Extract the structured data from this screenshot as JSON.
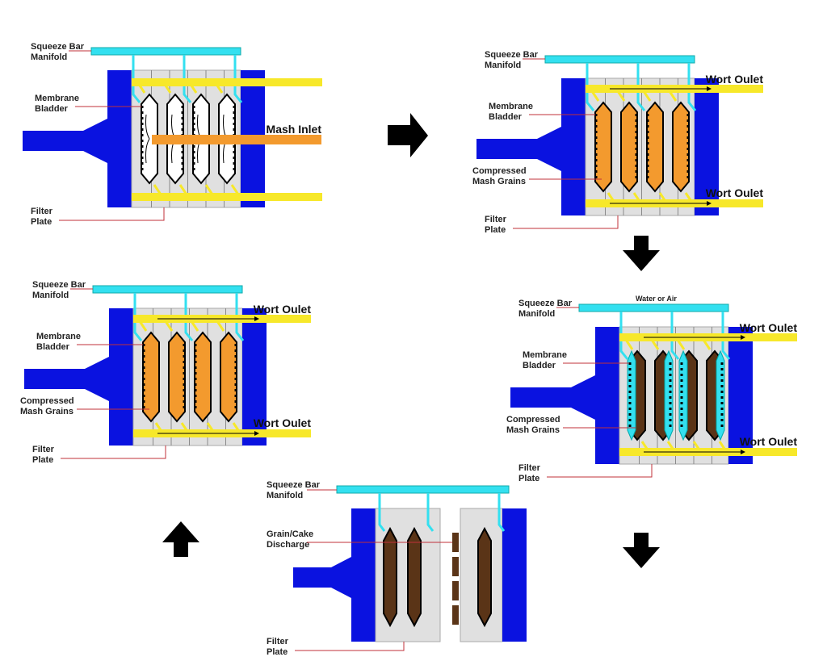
{
  "title": "Membrane filter press mash filtration cycle",
  "colors": {
    "press_frame": "#0a12e0",
    "manifold": "#33e0f0",
    "plate": "#e0e0e0",
    "plate_line": "#8a8a8a",
    "outlet_pipe": "#f7e82a",
    "mash": "#f39a2e",
    "spent_grain": "#5a3417",
    "leader_line": "#c0303a",
    "arrow": "#000000"
  },
  "panels": [
    {
      "id": "filling",
      "step": 1,
      "labels": {
        "manifold": [
          "Squeeze Bar",
          "Manifold"
        ],
        "membrane": [
          "Membrane",
          "Bladder"
        ],
        "plate": [
          "Filter",
          "Plate"
        ],
        "inlet": "Mash Inlet"
      },
      "chamber_fill": "empty",
      "flow": "mash inlet into chambers"
    },
    {
      "id": "filtration",
      "step": 2,
      "labels": {
        "manifold": [
          "Squeeze Bar",
          "Manifold"
        ],
        "membrane": [
          "Membrane",
          "Bladder"
        ],
        "grains": [
          "Compressed",
          "Mash Grains"
        ],
        "plate": [
          "Filter",
          "Plate"
        ],
        "outlet_top": "Wort Oulet",
        "outlet_bottom": "Wort Oulet"
      },
      "chamber_fill": "mash",
      "flow": "wort out"
    },
    {
      "id": "squeeze",
      "step": 3,
      "labels": {
        "manifold": [
          "Squeeze Bar",
          "Manifold"
        ],
        "medium": "Water or Air",
        "membrane": [
          "Membrane",
          "Bladder"
        ],
        "grains": [
          "Compressed",
          "Mash Grains"
        ],
        "plate": [
          "Filter",
          "Plate"
        ],
        "outlet_top": "Wort Oulet",
        "outlet_bottom": "Wort Oulet"
      },
      "chamber_fill": "squeezed",
      "flow": "water or air inflates bladders, wort out"
    },
    {
      "id": "discharge",
      "step": 4,
      "labels": {
        "manifold": [
          "Squeeze Bar",
          "Manifold"
        ],
        "discharge": [
          "Grain/Cake",
          "Discharge"
        ],
        "plate": [
          "Filter",
          "Plate"
        ]
      },
      "chamber_fill": "cake",
      "flow": "plates opened, cake drops"
    },
    {
      "id": "refill",
      "step": 5,
      "labels": {
        "manifold": [
          "Squeeze Bar",
          "Manifold"
        ],
        "membrane": [
          "Membrane",
          "Bladder"
        ],
        "grains": [
          "Compressed",
          "Mash Grains"
        ],
        "plate": [
          "Filter",
          "Plate"
        ],
        "outlet_top": "Wort Oulet",
        "outlet_bottom": "Wort Oulet"
      },
      "chamber_fill": "mash",
      "flow": "wort out"
    }
  ],
  "sequence_arrows": [
    {
      "direction": "right",
      "from": "filling",
      "to": "filtration"
    },
    {
      "direction": "down",
      "from": "filtration",
      "to": "squeeze"
    },
    {
      "direction": "down",
      "from": "squeeze",
      "to": "discharge"
    },
    {
      "direction": "up",
      "from": "discharge",
      "to": "refill"
    }
  ]
}
